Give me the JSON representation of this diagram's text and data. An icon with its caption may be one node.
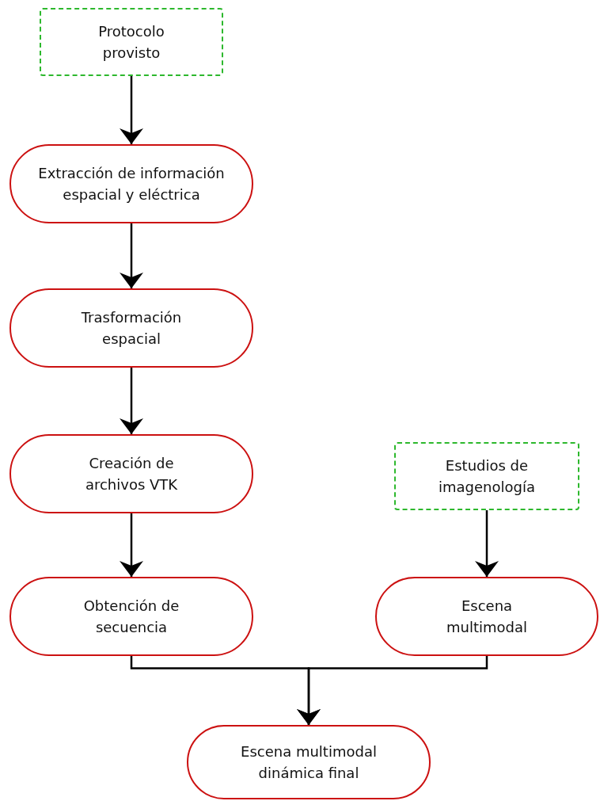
{
  "diagram": {
    "nodes": [
      {
        "text": [
          "Protocolo provisto"
        ]
      },
      {
        "text": [
          "Extracción de información espacial y eléctrica"
        ]
      },
      {
        "text": [
          "Trasformación espacial"
        ]
      },
      {
        "text": [
          "Creación de archivos VTK"
        ]
      },
      {
        "text": [
          "Obtención de secuencia"
        ]
      },
      {
        "text": [
          "Estudios de imagenología"
        ]
      },
      {
        "text": [
          "Escena multimodal"
        ]
      },
      {
        "text": [
          "Escena multimodal dinámica final"
        ]
      }
    ],
    "edges": [
      {
        "from": 0,
        "to": 1,
        "arrow": "to"
      },
      {
        "from": 1,
        "to": 2,
        "arrow": "to"
      },
      {
        "from": 2,
        "to": 3,
        "arrow": "to"
      },
      {
        "from": 3,
        "to": 4,
        "arrow": "to"
      },
      {
        "from": 5,
        "to": 6,
        "arrow": "to"
      },
      {
        "from": 4,
        "to": 7,
        "arrow": "to"
      },
      {
        "from": 6,
        "to": 7,
        "arrow": "to"
      }
    ]
  }
}
